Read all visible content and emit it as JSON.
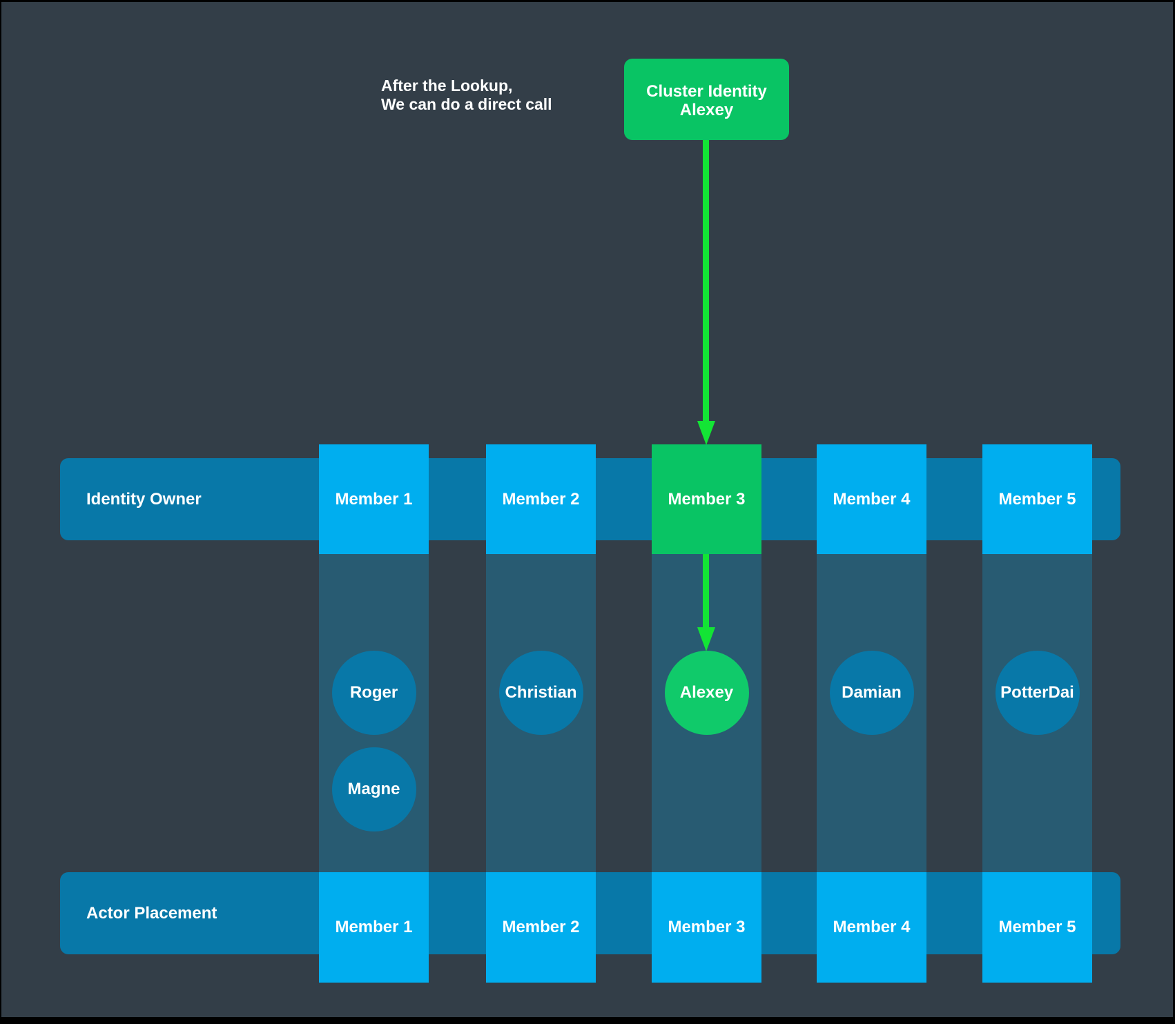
{
  "annotation": {
    "line1": "After the Lookup,",
    "line2": "We can do a direct call"
  },
  "cluster_identity": {
    "line1": "Cluster Identity",
    "line2": "Alexey"
  },
  "identity_owner_bar": {
    "label": "Identity Owner"
  },
  "actor_placement_bar": {
    "label": "Actor Placement"
  },
  "columns": [
    {
      "top_label": "Member 1",
      "bottom_label": "Member 1",
      "highlight": false,
      "actors": [
        {
          "name": "Roger",
          "highlight": false
        },
        {
          "name": "Magne",
          "highlight": false
        }
      ]
    },
    {
      "top_label": "Member 2",
      "bottom_label": "Member 2",
      "highlight": false,
      "actors": [
        {
          "name": "Christian",
          "highlight": false
        }
      ]
    },
    {
      "top_label": "Member 3",
      "bottom_label": "Member 3",
      "highlight": true,
      "actors": [
        {
          "name": "Alexey",
          "highlight": true
        }
      ]
    },
    {
      "top_label": "Member 4",
      "bottom_label": "Member 4",
      "highlight": false,
      "actors": [
        {
          "name": "Damian",
          "highlight": false
        }
      ]
    },
    {
      "top_label": "Member 5",
      "bottom_label": "Member 5",
      "highlight": false,
      "actors": [
        {
          "name": "PotterDai",
          "highlight": false
        }
      ]
    }
  ],
  "colors": {
    "background": "#333e48",
    "frame_border": "#000000",
    "bar_blue": "#0878a8",
    "member_blue": "#00aeef",
    "column_strip": "#285b72",
    "highlight_green": "#09c464",
    "actor_green": "#10ca6a",
    "arrow_green": "#13e435",
    "text": "#ffffff"
  }
}
